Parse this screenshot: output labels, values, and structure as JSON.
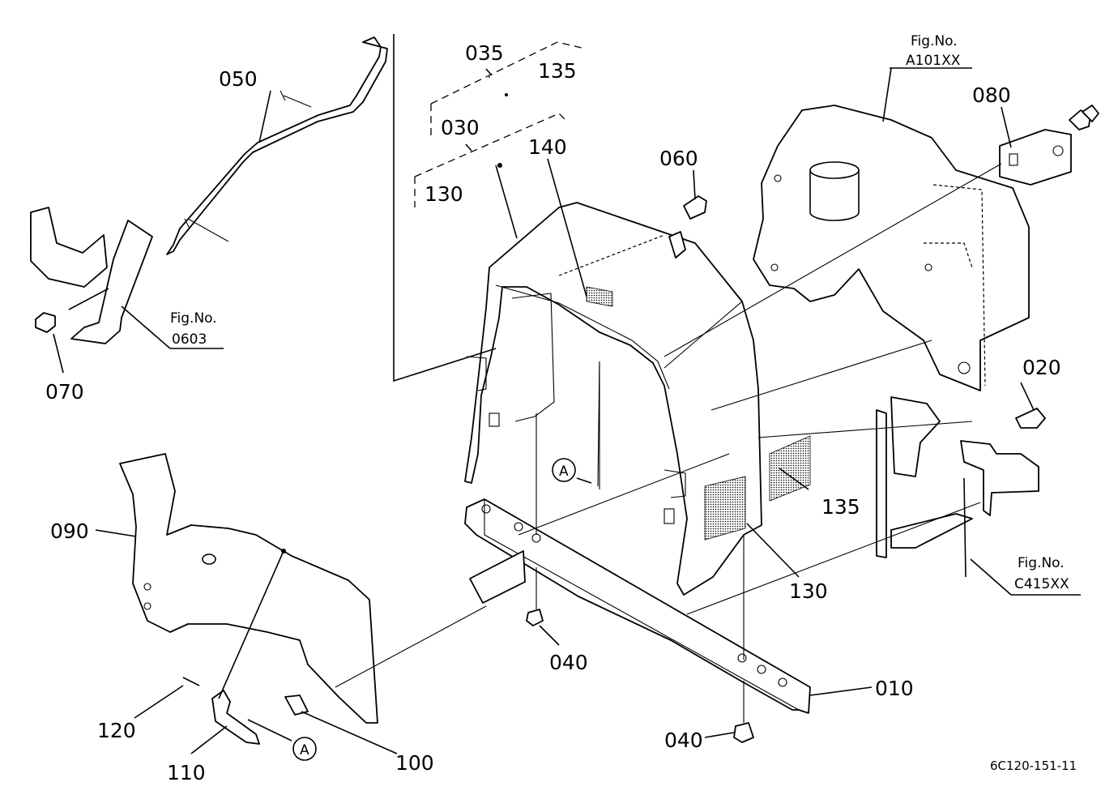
{
  "diagram": {
    "part_labels": {
      "p010": "010",
      "p020": "020",
      "p030": "030",
      "p035": "035",
      "p040a": "040",
      "p040b": "040",
      "p050": "050",
      "p060": "060",
      "p070": "070",
      "p080": "080",
      "p090": "090",
      "p100": "100",
      "p110": "110",
      "p120": "120",
      "p130a": "130",
      "p130b": "130",
      "p135a": "135",
      "p135b": "135",
      "p140": "140"
    },
    "figure_refs": {
      "a101": {
        "line1": "Fig.No.",
        "line2": "A101XX"
      },
      "f0603": {
        "line1": "Fig.No.",
        "line2": "0603"
      },
      "c415": {
        "line1": "Fig.No.",
        "line2": "C415XX"
      }
    },
    "callouts": {
      "a1": "A",
      "a2": "A"
    },
    "drawing_code": "6C120-151-11"
  }
}
